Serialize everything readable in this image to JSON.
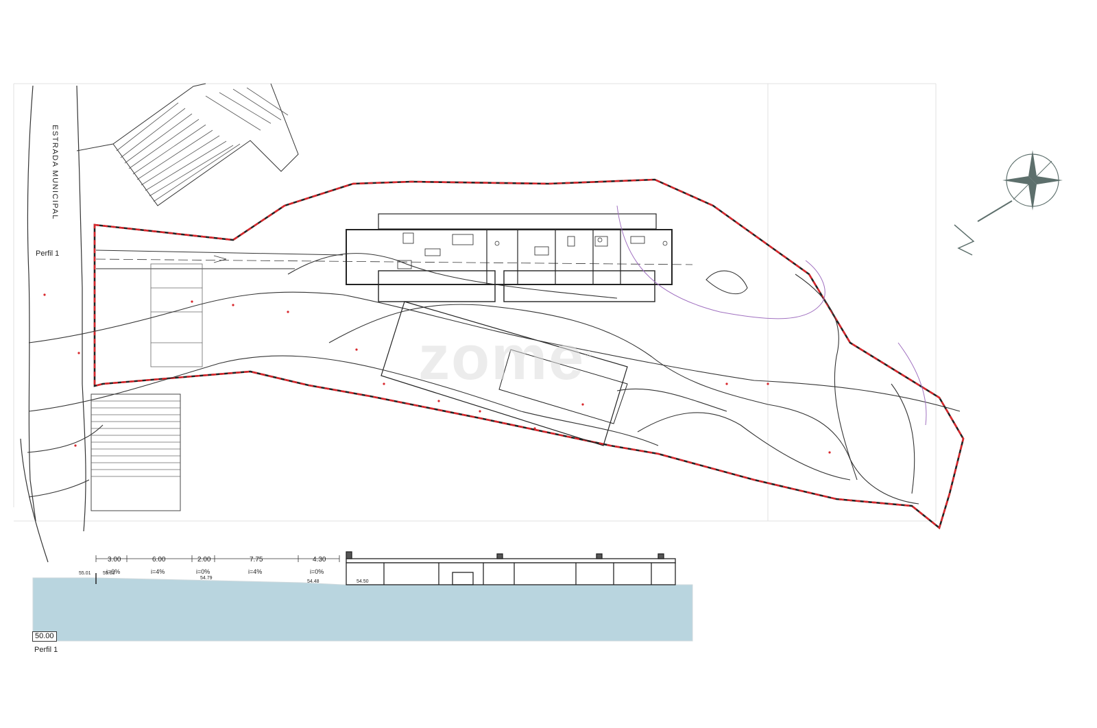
{
  "road": {
    "label": "ESTRADA MUNICIPAL"
  },
  "section": {
    "label_top": "Perfil 1",
    "label_bottom": "Perfil 1",
    "datum": "50.00",
    "dimensions": [
      "3.00",
      "6.00",
      "2.00",
      "7.75",
      "4.30"
    ],
    "slopes": [
      "i=0%",
      "i=4%",
      "i=0%",
      "i=4%",
      "i=0%"
    ],
    "levels": [
      "55.01",
      "55.03",
      "54.79",
      "54.48",
      "54.50"
    ]
  },
  "watermark": "zome",
  "colors": {
    "boundary": "#d8262b",
    "line": "#333333",
    "ground_fill": "#b9d5df",
    "contour_purple": "#a070c0",
    "compass": "#5d6f6c"
  }
}
